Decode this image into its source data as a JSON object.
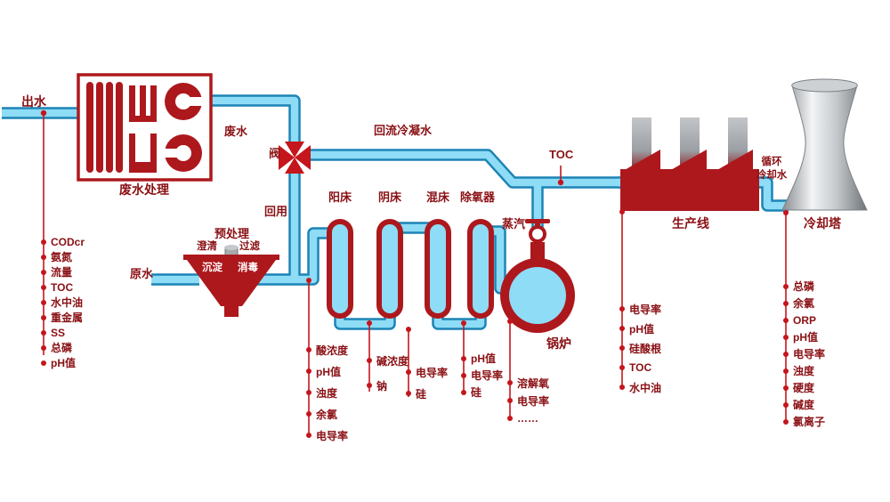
{
  "colors": {
    "pipe_casing": "#1d84b5",
    "pipe_core": "#8edcf6",
    "red": "#ad181d",
    "line_red": "#c4161c",
    "label": "#8a1014"
  },
  "labels": {
    "outlet": "出水",
    "wastewater_treatment": "废水处理",
    "wastewater": "废水",
    "valve": "阀",
    "return_condensate": "回流冷凝水",
    "reuse": "回用",
    "toc_point": "TOC",
    "cation_bed": "阳床",
    "anion_bed": "阴床",
    "mixed_bed": "混床",
    "deaerator": "除氧器",
    "steam": "蒸汽",
    "boiler": "锅炉",
    "production_line": "生产线",
    "circulating": "循环",
    "cooling_water": "冷却水",
    "cooling_tower": "冷却塔",
    "pretreatment": "预处理",
    "clarify": "澄清",
    "filter": "过滤",
    "sediment": "沉淀",
    "disinfect": "消毒",
    "raw_water": "原水"
  },
  "monitor_lists": {
    "left": [
      "CODcr",
      "氨氮",
      "流量",
      "TOC",
      "水中油",
      "重金属",
      "SS",
      "总磷",
      "pH值"
    ],
    "cation_bed": [
      "酸浓度",
      "pH值",
      "浊度",
      "余氯",
      "电导率"
    ],
    "anion_bed": [
      "碱浓度",
      "钠"
    ],
    "mixed_bed": [
      "电导率",
      "硅"
    ],
    "deaerator": [
      "pH值",
      "电导率",
      "硅"
    ],
    "boiler": [
      "溶解氧",
      "电导率",
      "……"
    ],
    "production_line": [
      "电导率",
      "pH值",
      "硅酸根",
      "TOC",
      "水中油"
    ],
    "cooling_tower": [
      "总磷",
      "余氯",
      "ORP",
      "pH值",
      "电导率",
      "浊度",
      "硬度",
      "碱度",
      "氯离子"
    ]
  }
}
